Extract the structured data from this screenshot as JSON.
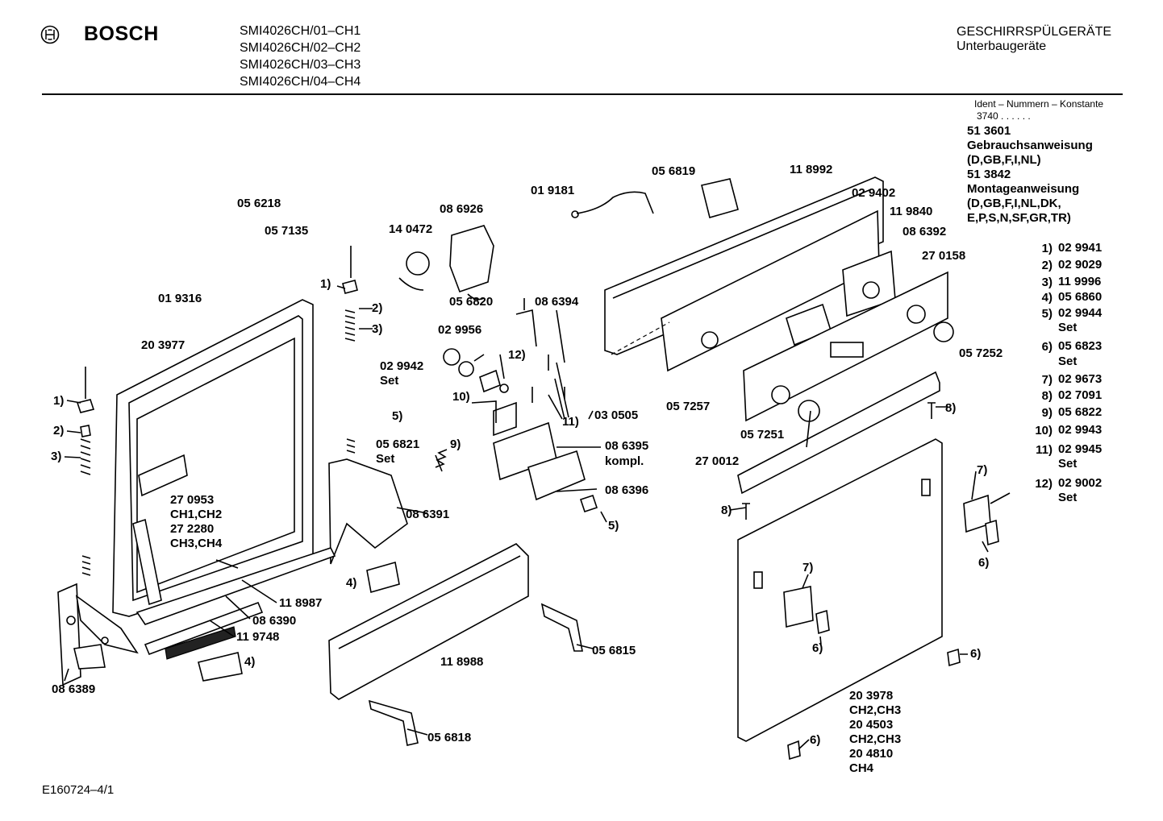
{
  "header": {
    "brand": "BOSCH",
    "models": [
      "SMI4026CH/01–CH1",
      "SMI4026CH/02–CH2",
      "SMI4026CH/03–CH3",
      "SMI4026CH/04–CH4"
    ],
    "category_line1": "GESCHIRRSPÜLGERÄTE",
    "category_line2": "Unterbaugeräte"
  },
  "ident": {
    "heading": "Ident – Nummern – Konstante",
    "constant": "3740  .  .  .  .  .  ."
  },
  "info_lines": [
    "51 3601",
    "Gebrauchsanweisung",
    "(D,GB,F,I,NL)",
    "51 3842",
    "Montageanweisung",
    "(D,GB,F,I,NL,DK,",
    "E,P,S,N,SF,GR,TR)"
  ],
  "set_list": [
    {
      "num": "1)",
      "part": "02 9941",
      "extra": ""
    },
    {
      "num": "2)",
      "part": "02 9029",
      "extra": ""
    },
    {
      "num": "3)",
      "part": "11 9996",
      "extra": ""
    },
    {
      "num": "4)",
      "part": "05 6860",
      "extra": ""
    },
    {
      "num": "5)",
      "part": "02 9944",
      "extra": "Set"
    },
    {
      "num": "6)",
      "part": "05 6823",
      "extra": "Set"
    },
    {
      "num": "7)",
      "part": "02 9673",
      "extra": ""
    },
    {
      "num": "8)",
      "part": "02 7091",
      "extra": ""
    },
    {
      "num": "9)",
      "part": "05 6822",
      "extra": ""
    },
    {
      "num": "10)",
      "part": "02 9943",
      "extra": ""
    },
    {
      "num": "11)",
      "part": "02 9945",
      "extra": "Set"
    },
    {
      "num": "12)",
      "part": "02 9002",
      "extra": "Set"
    }
  ],
  "callouts": [
    "05 6218",
    "05 7135",
    "01 9316",
    "20 3977",
    "1)",
    "2)",
    "3)",
    "1)",
    "2)",
    "3)",
    "08 6926",
    "14 0472",
    "01 9181",
    "05 6819",
    "11 8992",
    "02 9402",
    "11 9840",
    "08 6392",
    "27 0158",
    "05 6820",
    "08 6394",
    "02 9956",
    "02 9942",
    "Set",
    "12)",
    "10)",
    "5)",
    "9)",
    "11)",
    "05 6821",
    "Set",
    "08 6395",
    "kompl.",
    "08 6396",
    "5)",
    "03 0505",
    "05 7257",
    "05 7252",
    "05 7251",
    "8)",
    "27 0012",
    "8)",
    "27 0953",
    "CH1,CH2",
    "27 2280",
    "CH3,CH4",
    "08 6391",
    "4)",
    "11 8987",
    "08 6390",
    "11 9748",
    "4)",
    "08 6389",
    "11 8988",
    "05 6815",
    "05 6818",
    "7)",
    "6)",
    "7)",
    "6)",
    "6)",
    "6)",
    "20 3978",
    "CH2,CH3",
    "20 4503",
    "CH2,CH3",
    "20 4810",
    "CH4"
  ],
  "footer": "E160724–4/1"
}
